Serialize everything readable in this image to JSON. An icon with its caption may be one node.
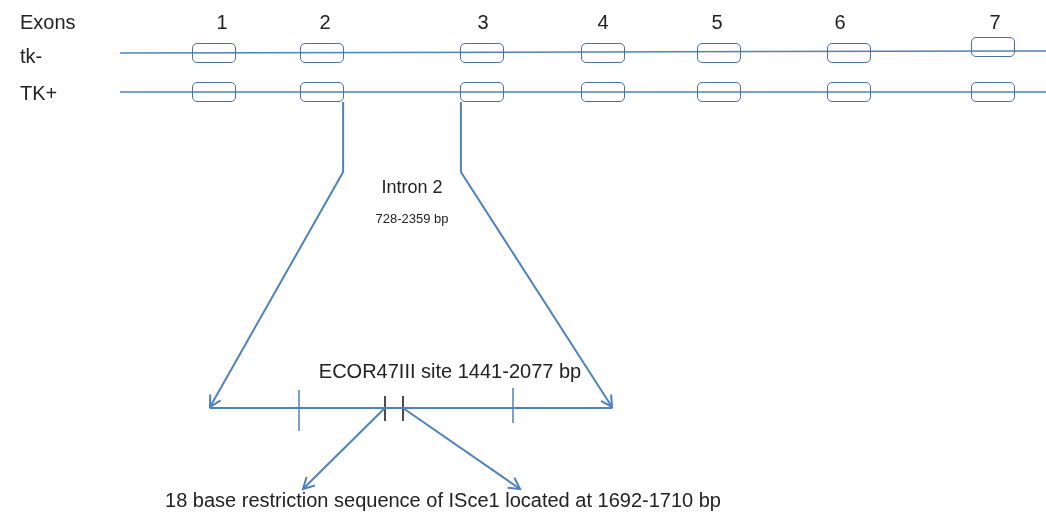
{
  "diagram": {
    "nodes": [
      {
        "text": [],
        "shape": "box"
      },
      {
        "text": [],
        "shape": "box"
      },
      {
        "text": [],
        "shape": "box"
      },
      {
        "text": [],
        "shape": "box"
      },
      {
        "text": [],
        "shape": "box"
      },
      {
        "text": [],
        "shape": "box"
      },
      {
        "text": [],
        "shape": "box"
      },
      {
        "text": [],
        "shape": "box"
      },
      {
        "text": [],
        "shape": "box"
      },
      {
        "text": [],
        "shape": "box"
      },
      {
        "text": [],
        "shape": "box"
      },
      {
        "text": [],
        "shape": "box"
      },
      {
        "text": [],
        "shape": "box"
      },
      {
        "text": [],
        "shape": "box"
      },
      {
        "text": [],
        "shape": "bar"
      },
      {
        "text": [
          "18 base restriction sequence of ISce1 located at 1692-1710 bp"
        ]
      }
    ],
    "edges": [
      {
        "from": 8,
        "to": 14,
        "arrow": "to"
      },
      {
        "from": 9,
        "to": 14,
        "arrow": "to"
      },
      {
        "from": 14,
        "to": 15,
        "arrow": "to"
      },
      {
        "from": 14,
        "to": 15,
        "arrow": "to"
      }
    ],
    "labels": [
      "Exons",
      "1",
      "2",
      "3",
      "4",
      "5",
      "6",
      "7",
      "tk-",
      "TK+",
      "Intron 2",
      "728-2359 bp",
      "ECOR47III site 1441-2077 bp"
    ]
  }
}
